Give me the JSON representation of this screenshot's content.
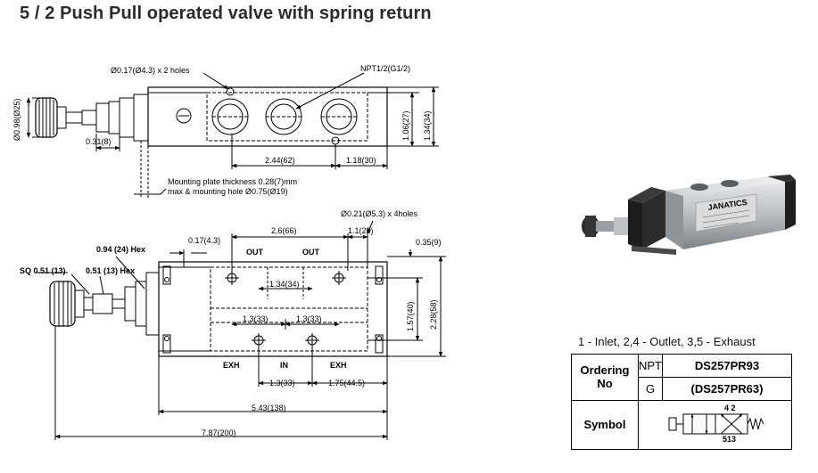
{
  "title": "5 / 2 Push Pull operated valve with spring return",
  "top_view": {
    "holes_label": "Ø0.17(Ø4.3) x 2 holes",
    "port_label": "NPT1/2(G1/2)",
    "dia_knob": "Ø0.98(Ø25)",
    "knob_offset": "0.31(8)",
    "height_body": "1.06(27)",
    "height_total": "1.34(34)",
    "span_ports": "2.44(62)",
    "span_end": "1.18(30)",
    "mount_note_1": "Mounting plate thickness 0.28(7)mm",
    "mount_note_2": "max & mounting hole Ø0.75(Ø19)"
  },
  "front_view": {
    "holes_label": "Ø0.21(Ø5.3) x 4holes",
    "dim_26": "2.6(66)",
    "dim_11": "1.1(28)",
    "dim_017": "0.17(4.3)",
    "dim_035": "0.35(9)",
    "hex_094": "0.94 (24) Hex",
    "hex_051": "0.51 (13) Hex",
    "sq_051": "SQ 0.51 (13)",
    "out_1": "OUT",
    "out_2": "OUT",
    "dim_134": "1.34(34)",
    "dim_13a": "1.3(33)",
    "dim_13b": "1.3(33)",
    "dim_157": "1.57(40)",
    "dim_228": "2.28(58)",
    "exh_1": "EXH",
    "in": "IN",
    "exh_2": "EXH",
    "dim_13c": "1.3(33)",
    "dim_175": "1.75(44.5)",
    "dim_543": "5.43(138)",
    "dim_787": "7.87(200)"
  },
  "photo_label": "JANATICS",
  "legend": "1 - Inlet,   2,4 - Outlet,   3,5 - Exhaust",
  "ordering": {
    "label_1": "Ordering",
    "label_2": "No",
    "npt_label": "NPT",
    "npt_code": "DS257PR93",
    "g_label": "G",
    "g_code": "(DS257PR63)"
  },
  "symbol": {
    "label": "Symbol",
    "top_ports": "4 2",
    "bottom_ports": "513"
  }
}
